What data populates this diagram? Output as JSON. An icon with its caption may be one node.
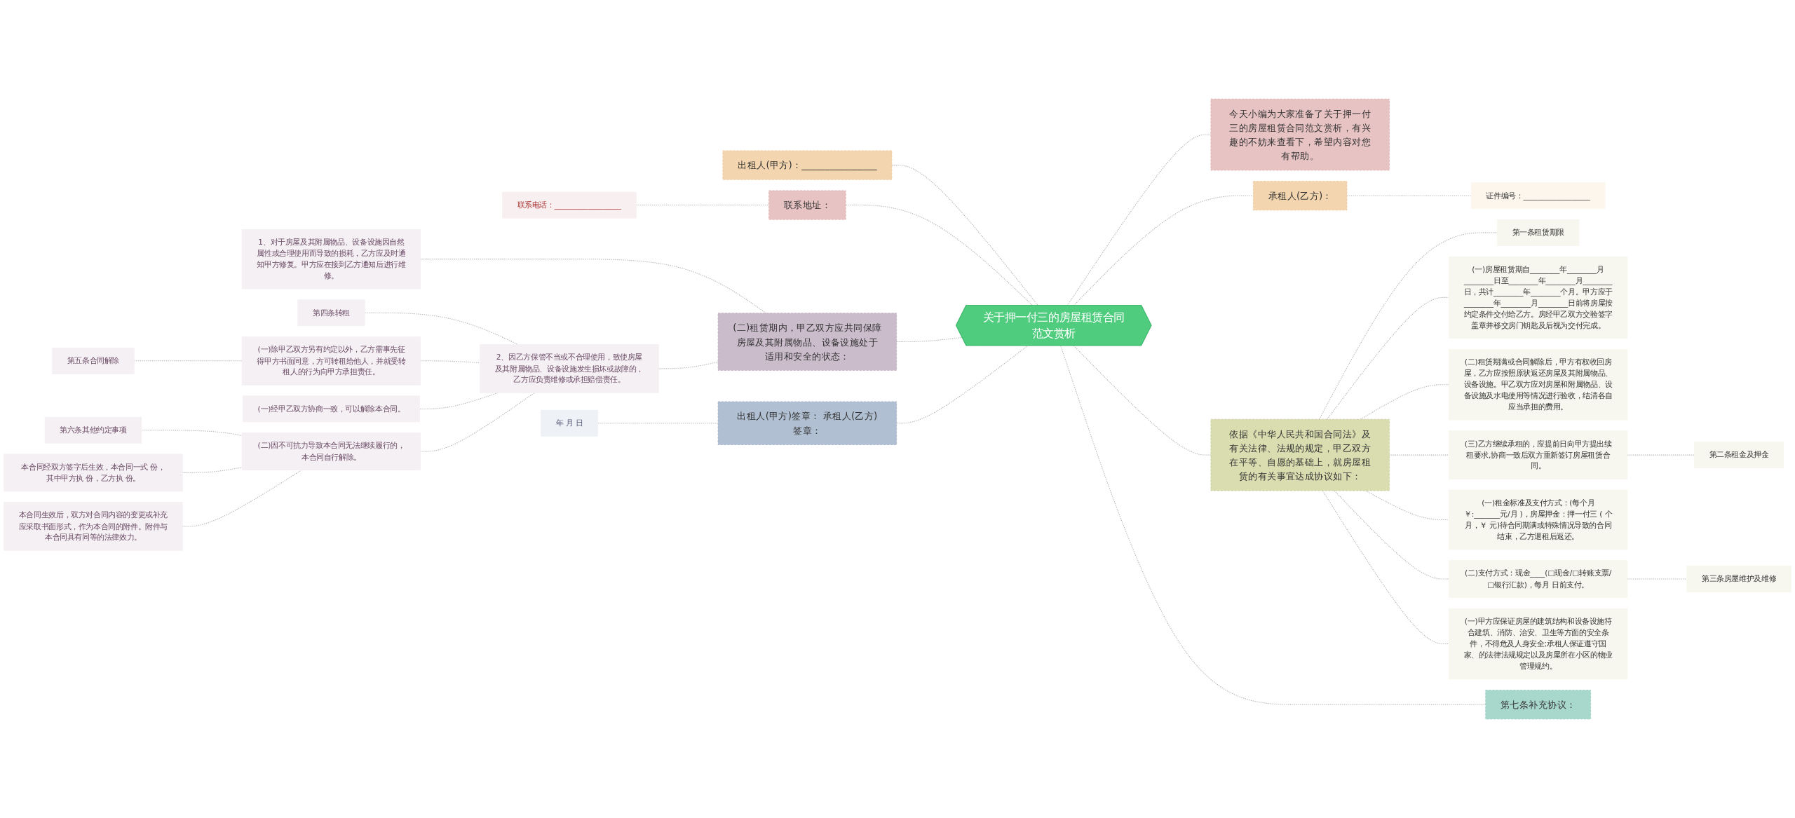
{
  "diagram": {
    "nodes": [
      {
        "text": [
          "关于押一付三的房屋租赁合同范文赏析"
        ]
      },
      {
        "text": [
          "出租人(甲方)：________________"
        ]
      },
      {
        "text": [
          "联系地址："
        ]
      },
      {
        "text": [
          "联系电话：__________________"
        ]
      },
      {
        "text": [
          "(二)租赁期内，甲乙双方应共同保障房屋及其附属物品、设备设施处于适用和安全的状态："
        ]
      },
      {
        "text": [
          "1、对于房屋及其附属物品、设备设施因自然属性或合理使用而导致的损耗，乙方应及时通知甲方修复。甲方应在接到乙方通知后进行维修。"
        ]
      },
      {
        "text": [
          "2、因乙方保管不当或不合理使用，致使房屋及其附属物品、设备设施发生损坏或故障的，乙方应负责维修或承担赔偿责任。"
        ]
      },
      {
        "text": [
          "第四条转租"
        ]
      },
      {
        "text": [
          "(一)除甲乙双方另有约定以外，乙方需事先征得甲方书面同意，方可转租给他人，并就受转租人的行为向甲方承担责任。"
        ]
      },
      {
        "text": [
          "(一)经甲乙双方协商一致，可以解除本合同。"
        ]
      },
      {
        "text": [
          "(二)因不可抗力导致本合同无法继续履行的，本合同自行解除。"
        ]
      },
      {
        "text": [
          "第五条合同解除"
        ]
      },
      {
        "text": [
          "第六条其他约定事项"
        ]
      },
      {
        "text": [
          "本合同经双方签字后生效，本合同一式 份，其中甲方执 份，乙方执 份。"
        ]
      },
      {
        "text": [
          "本合同生效后，双方对合同内容的变更或补充应采取书面形式，作为本合同的附件。附件与本合同具有同等的法律效力。"
        ]
      },
      {
        "text": [
          "出租人(甲方)签章： 承租人(乙方)签章："
        ]
      },
      {
        "text": [
          "年 月 日"
        ]
      },
      {
        "text": [
          "今天小编为大家准备了关于押一付三的房屋租赁合同范文赏析，有兴趣的不妨来查看下，希望内容对您有帮助。"
        ]
      },
      {
        "text": [
          "承租人(乙方)："
        ]
      },
      {
        "text": [
          "证件编号：__________________"
        ]
      },
      {
        "text": [
          "依据《中华人民共和国合同法》及有关法律、法规的规定，甲乙双方在平等、自愿的基础上，就房屋租赁的有关事宜达成协议如下："
        ]
      },
      {
        "text": [
          "第一条租赁期限"
        ]
      },
      {
        "text": [
          "(一)房屋租赁期自________年________月________日至________年________月________日，共计________年________个月。甲方应于________年________月________日前将房屋按约定条件交付给乙方。房经甲乙双方交验签字盖章并移交房门钥匙及后视为交付完成。"
        ]
      },
      {
        "text": [
          "(二)租赁期满或合同解除后，甲方有权收回房屋，乙方应按照原状返还房屋及其附属物品、设备设施。甲乙双方应对房屋和附属物品、设备设施及水电使用等情况进行验收，结清各自应当承担的费用。"
        ]
      },
      {
        "text": [
          "(三)乙方继续承租的，应提前日向甲方提出续租要求,协商一致后双方重新签订房屋租赁合同。"
        ]
      },
      {
        "text": [
          "第二条租金及押金"
        ]
      },
      {
        "text": [
          "(一)租金标准及支付方式：(每个月￥:_______元/月 )，房屋押金：押一付三 ( 个月，￥ 元)待合同期满或特殊情况导致的合同结束，乙方退租后返还。"
        ]
      },
      {
        "text": [
          "(二)支付方式：现金____(□现金/□转账支票/□银行汇款)，每月 日前支付。"
        ]
      },
      {
        "text": [
          "第三条房屋维护及维修"
        ]
      },
      {
        "text": [
          "(一)甲方应保证房屋的建筑结构和设备设施符合建筑、消防、治安、卫生等方面的安全条件，不得危及人身安全;承租人保证遵守国家、的法律法规规定以及房屋所在小区的物业管理规约。"
        ]
      },
      {
        "text": [
          "第七条补充协议："
        ]
      }
    ],
    "edges": [
      {
        "from": 1,
        "to": 0,
        "arrow": "none",
        "style": "dashed"
      },
      {
        "from": 2,
        "to": 0,
        "arrow": "none",
        "style": "dashed"
      },
      {
        "from": 3,
        "to": 2,
        "arrow": "none",
        "style": "dashed"
      },
      {
        "from": 4,
        "to": 0,
        "arrow": "none",
        "style": "dashed"
      },
      {
        "from": 5,
        "to": 4,
        "arrow": "none",
        "style": "dashed"
      },
      {
        "from": 6,
        "to": 4,
        "arrow": "none",
        "style": "dashed"
      },
      {
        "from": 7,
        "to": 6,
        "arrow": "none",
        "style": "dashed"
      },
      {
        "from": 8,
        "to": 6,
        "arrow": "none",
        "style": "dashed"
      },
      {
        "from": 9,
        "to": 6,
        "arrow": "none",
        "style": "dashed"
      },
      {
        "from": 10,
        "to": 6,
        "arrow": "none",
        "style": "dashed"
      },
      {
        "from": 11,
        "to": 8,
        "arrow": "none",
        "style": "dashed"
      },
      {
        "from": 12,
        "to": 10,
        "arrow": "none",
        "style": "dashed"
      },
      {
        "from": 13,
        "to": 10,
        "arrow": "none",
        "style": "dashed"
      },
      {
        "from": 14,
        "to": 10,
        "arrow": "none",
        "style": "dashed"
      },
      {
        "from": 15,
        "to": 0,
        "arrow": "none",
        "style": "dashed"
      },
      {
        "from": 16,
        "to": 15,
        "arrow": "none",
        "style": "dashed"
      },
      {
        "from": 0,
        "to": 17,
        "arrow": "none",
        "style": "dashed"
      },
      {
        "from": 0,
        "to": 18,
        "arrow": "none",
        "style": "dashed"
      },
      {
        "from": 18,
        "to": 19,
        "arrow": "none",
        "style": "dashed"
      },
      {
        "from": 0,
        "to": 20,
        "arrow": "none",
        "style": "dashed"
      },
      {
        "from": 20,
        "to": 21,
        "arrow": "none",
        "style": "dashed"
      },
      {
        "from": 20,
        "to": 22,
        "arrow": "none",
        "style": "dashed"
      },
      {
        "from": 20,
        "to": 23,
        "arrow": "none",
        "style": "dashed"
      },
      {
        "from": 20,
        "to": 24,
        "arrow": "none",
        "style": "dashed"
      },
      {
        "from": 24,
        "to": 25,
        "arrow": "none",
        "style": "dashed"
      },
      {
        "from": 20,
        "to": 26,
        "arrow": "none",
        "style": "dashed"
      },
      {
        "from": 20,
        "to": 27,
        "arrow": "none",
        "style": "dashed"
      },
      {
        "from": 27,
        "to": 28,
        "arrow": "none",
        "style": "dashed"
      },
      {
        "from": 20,
        "to": 29,
        "arrow": "none",
        "style": "dashed"
      },
      {
        "from": 0,
        "to": 30,
        "arrow": "none",
        "style": "dashed"
      }
    ]
  }
}
